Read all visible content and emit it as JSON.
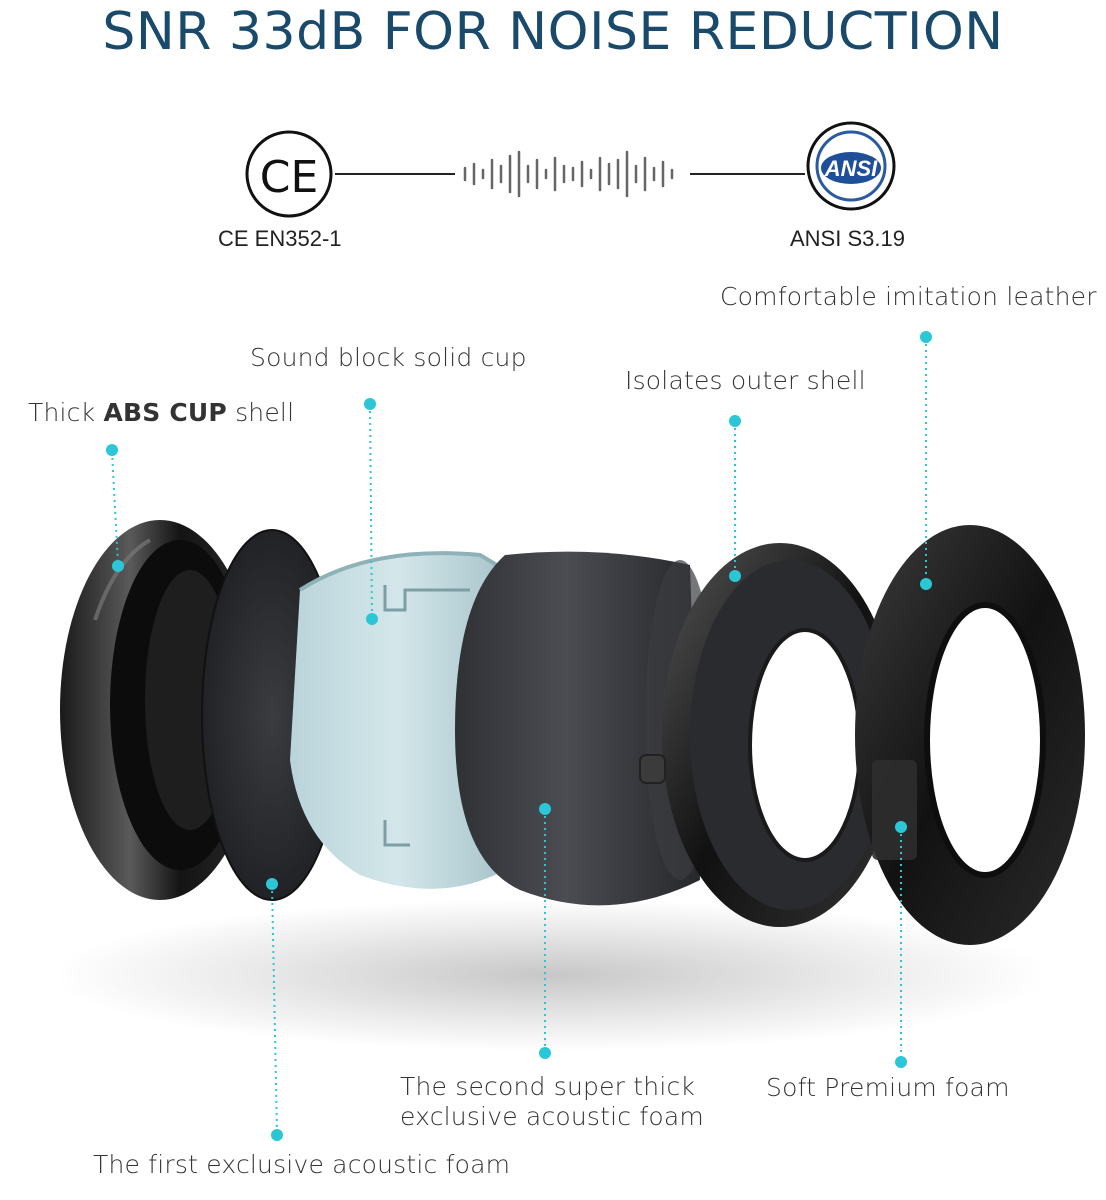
{
  "headline": "SNR 33dB FOR NOISE REDUCTION",
  "certifications": {
    "left": {
      "badge": "CE",
      "label": "CE EN352-1"
    },
    "right": {
      "badge": "ANSI",
      "label": "ANSI S3.19"
    }
  },
  "callouts": {
    "abs_cup_prefix": "Thick ",
    "abs_cup_bold": "ABS CUP",
    "abs_cup_suffix": " shell",
    "sound_block": "Sound block solid cup",
    "isolates": "Isolates outer shell",
    "leather": "Comfortable imitation leather",
    "second_foam_line1": "The second super thick",
    "second_foam_line2": "exclusive  acoustic foam",
    "soft_foam": "Soft Premium foam",
    "first_foam": "The first exclusive acoustic foam"
  },
  "colors": {
    "headline": "#1a4a6b",
    "accent": "#2cc7d6"
  }
}
